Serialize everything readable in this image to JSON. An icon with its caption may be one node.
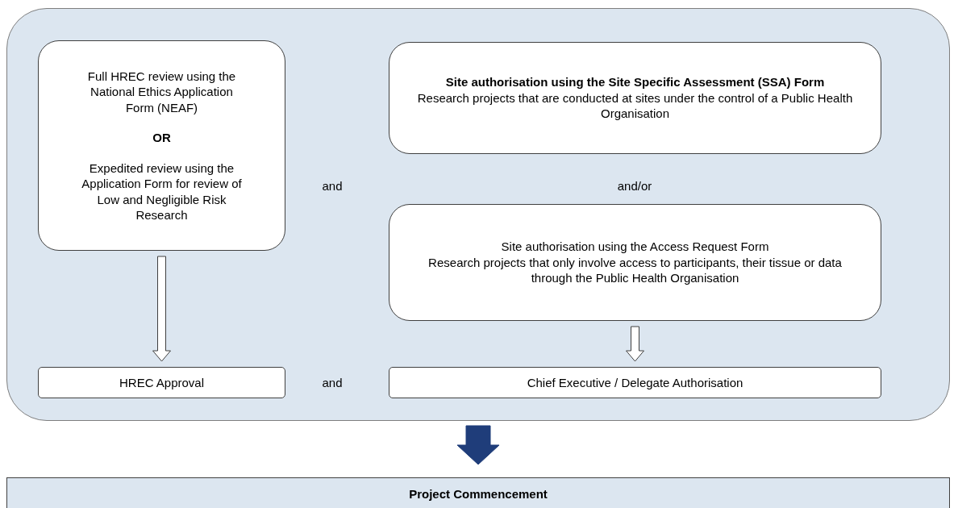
{
  "diagram": {
    "nodes": [
      {
        "text": [],
        "shape": "box"
      },
      {
        "text": [
          "Full HREC review using the National Ethics Application Form (NEAF)",
          "OR",
          "Expedited review using the Application Form for review of Low and Negligible Risk Research"
        ],
        "in": 0
      },
      {
        "text": [
          "Site authorisation using the Site Specific Assessment (SSA) Form",
          "Research projects that are conducted at sites under the control of a Public Health Organisation"
        ],
        "in": 0
      },
      {
        "text": [
          "Site authorisation using the Access Request Form",
          "Research projects that only involve access to participants, their tissue or data through the Public Health Organisation"
        ],
        "in": 0
      },
      {
        "text": [
          "HREC Approval"
        ],
        "in": 0
      },
      {
        "text": [
          "Chief Executive / Delegate Authorisation"
        ],
        "in": 0
      },
      {
        "text": [
          "Project Commencement"
        ]
      }
    ],
    "edges": [
      {
        "from": 1,
        "to": 4,
        "arrow": "to"
      },
      {
        "from": 3,
        "to": 5,
        "arrow": "to"
      },
      {
        "from": 0,
        "to": 6,
        "arrow": "to",
        "style": "thick",
        "color": "#1f3d7a"
      }
    ],
    "labels": [
      "and",
      "and/or",
      "and"
    ]
  }
}
